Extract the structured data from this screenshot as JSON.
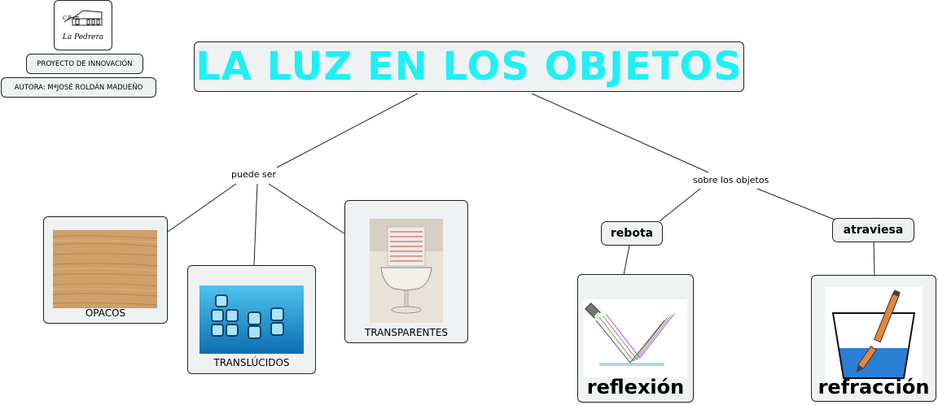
{
  "logo": {
    "line1": "C.P.",
    "line2": "La Pedrera"
  },
  "project_label": "PROYECTO DE INNOVACIÓN",
  "author_label": "AUTORA: MªJOSÉ ROLDÁN MADUEÑO",
  "title": "LA LUZ EN LOS OBJETOS",
  "links": {
    "left": "puede ser",
    "right": "sobre los objetos"
  },
  "nodes": {
    "opacos": "OPACOS",
    "translucidos": "TRANSLÚCIDOS",
    "transparentes": "TRANSPARENTES",
    "rebota": "rebota",
    "atraviesa": "atraviesa",
    "reflexion": "reflexión",
    "refraccion": "refracción"
  },
  "colors": {
    "title": "#1ef0f6",
    "node_bg": "#eef2f3",
    "water": "#2a7fd4"
  }
}
